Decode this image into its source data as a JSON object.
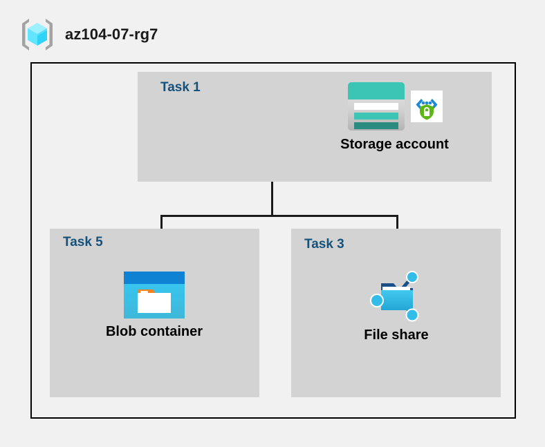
{
  "header": {
    "icon": "resource-group-icon",
    "title": "az104-07-rg7"
  },
  "boundary": {
    "name": "resource-group-boundary",
    "border_color": "#000000"
  },
  "colors": {
    "canvas_background": "#f1f1f1",
    "panel_fill": "#d3d3d3",
    "task_label": "#15517a",
    "node_label": "#000000",
    "connector": "#1a1a1a",
    "storage_teal": "#3cc5b5",
    "storage_teal_dark": "#2a8c80",
    "blob_blue_dark": "#0f82d4",
    "blob_blue_light": "#35c1ef",
    "blob_orange": "#f38220",
    "fileshare_blue": "#32bde8",
    "fileshare_blue_dark": "#1b4f8a",
    "shield_green": "#5cb615",
    "bracket_blue": "#1e88d8",
    "cube_cyan": "#54e3ff",
    "bracket_gray": "#a0a0a0"
  },
  "panels": [
    {
      "id": "task1",
      "task_label": "Task 1",
      "node": {
        "label": "Storage account",
        "icons": [
          "storage-account-icon",
          "encryption-shield-icon"
        ]
      }
    },
    {
      "id": "task5",
      "task_label": "Task 5",
      "node": {
        "label": "Blob container",
        "icons": [
          "blob-container-icon"
        ]
      }
    },
    {
      "id": "task3",
      "task_label": "Task 3",
      "node": {
        "label": "File share",
        "icons": [
          "file-share-icon"
        ]
      }
    }
  ],
  "connectors": [
    {
      "name": "storage-to-bus-trunk",
      "orientation": "vertical"
    },
    {
      "name": "distribution-bus",
      "orientation": "horizontal"
    },
    {
      "name": "bus-to-blob-container",
      "orientation": "vertical"
    },
    {
      "name": "bus-to-file-share",
      "orientation": "vertical"
    }
  ]
}
